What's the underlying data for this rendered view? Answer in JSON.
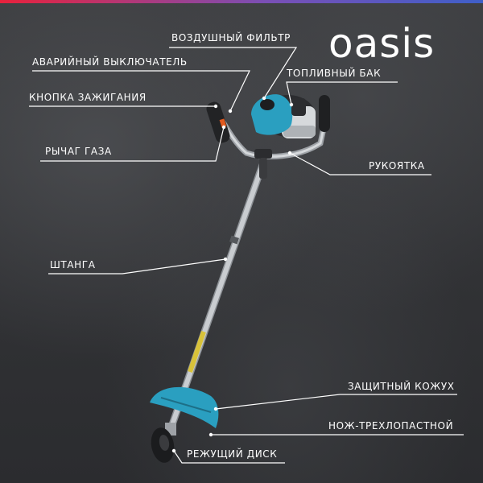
{
  "brand": {
    "logo_text": "oasis",
    "accent_gradient": [
      "#e8213c",
      "#7a4fb5",
      "#3f5fc9"
    ]
  },
  "colors": {
    "engine_blue": "#2a9fc0",
    "shaft": "#c9ccd0",
    "label_text": "#ffffff",
    "line": "#ffffff"
  },
  "labels": {
    "air_filter": "ВОЗДУШНЫЙ ФИЛЬТР",
    "kill_switch": "АВАРИЙНЫЙ ВЫКЛЮЧАТЕЛЬ",
    "ignition_button": "КНОПКА ЗАЖИГАНИЯ",
    "fuel_tank": "ТОПЛИВНЫЙ БАК",
    "throttle_lever": "РЫЧАГ ГАЗА",
    "handle": "РУКОЯТКА",
    "shaft": "ШТАНГА",
    "guard": "ЗАЩИТНЫЙ КОЖУХ",
    "three_blade_knife": "НОЖ-ТРЕХЛОПАСТНОЙ",
    "cutting_disc": "РЕЖУЩИЙ ДИСК"
  }
}
